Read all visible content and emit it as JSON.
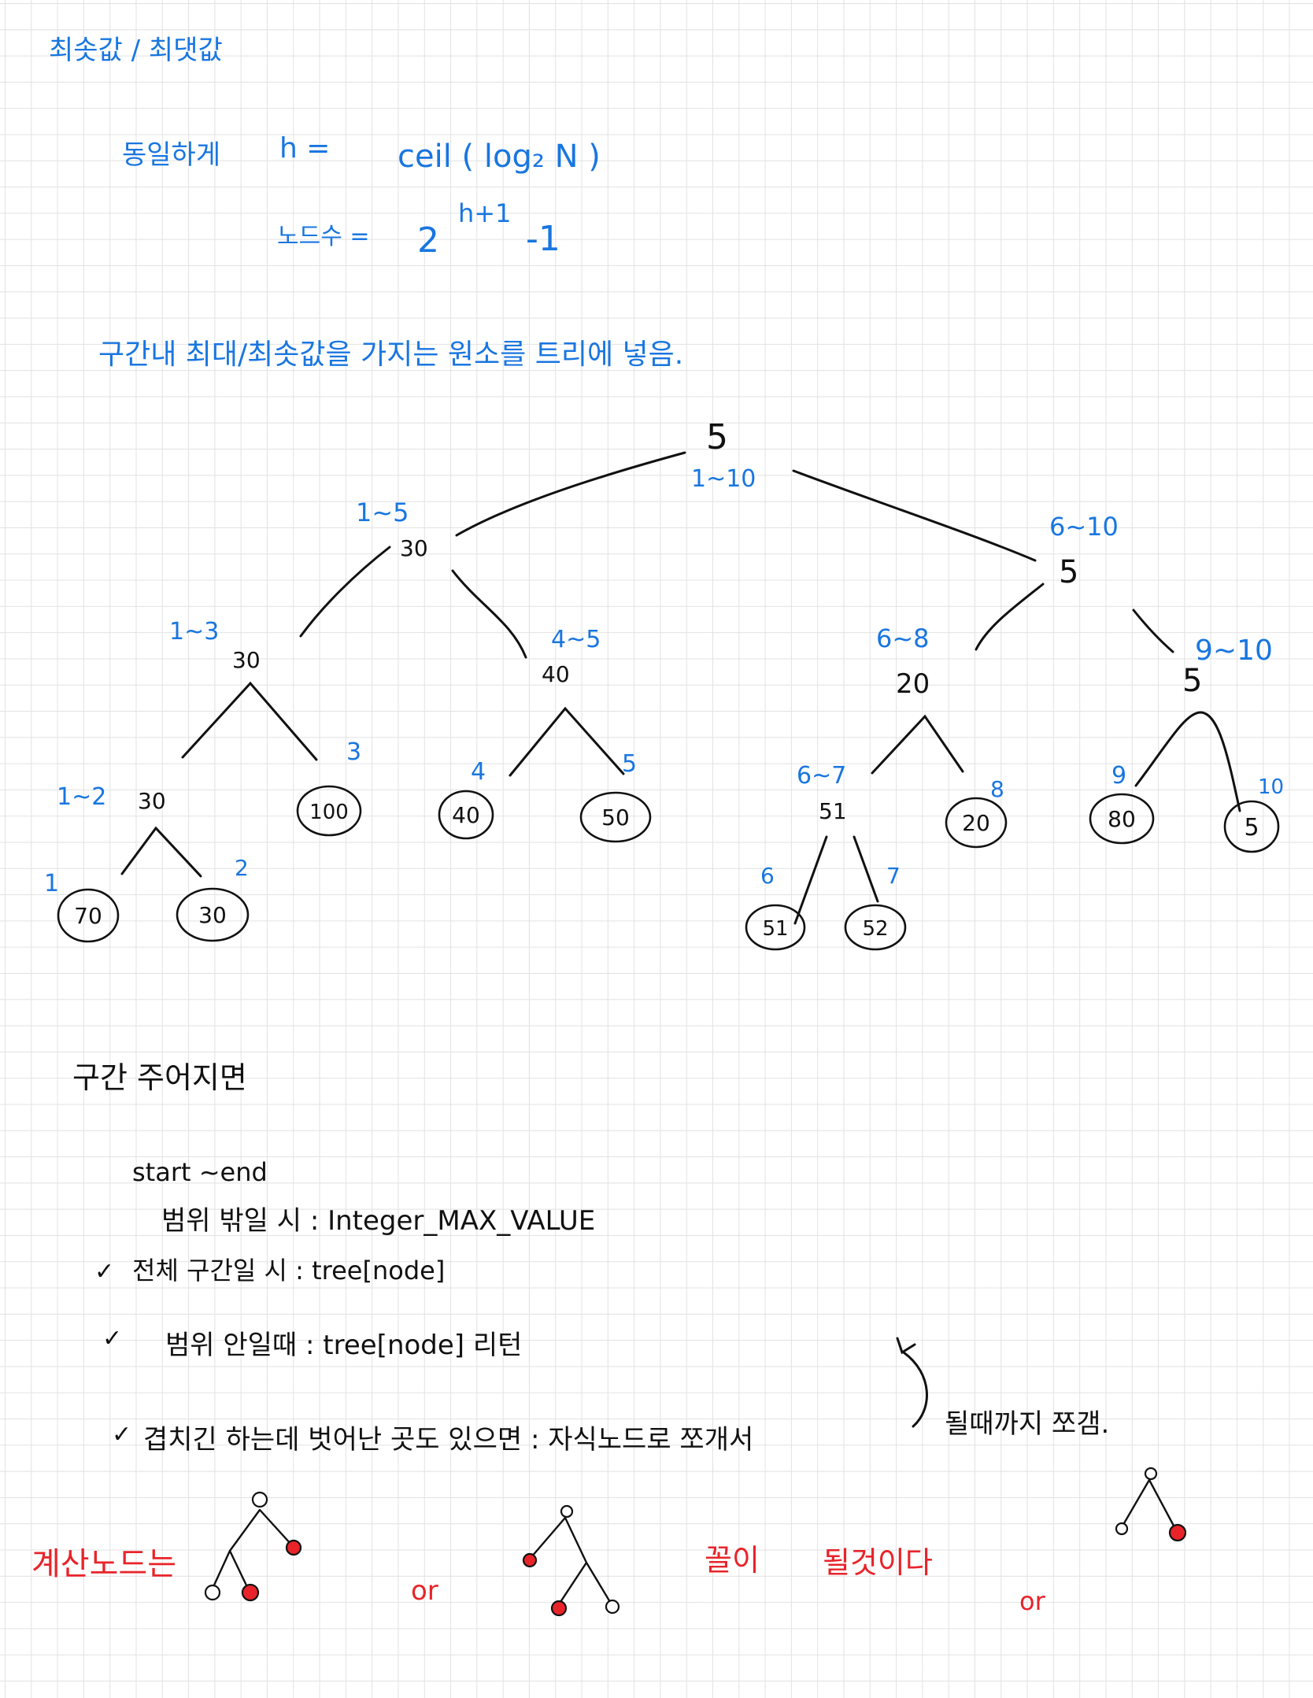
{
  "heading": "최솟값 / 최댓값",
  "formula": {
    "label": "동일하게",
    "h_label": "h =",
    "h_expr": "ceil ( log₂ N )",
    "nodes_label": "노드수 =",
    "nodes_base": "2",
    "nodes_exp": "h+1",
    "nodes_rest": "-1"
  },
  "description": "구간내 최대/최솟값을 가지는 원소를 트리에 넣음.",
  "tree": {
    "nodes": [
      {
        "id": "root",
        "value": "5",
        "range": "1~10"
      },
      {
        "id": "n1-5",
        "value": "30",
        "range": "1~5"
      },
      {
        "id": "n6-10",
        "value": "5",
        "range": "6~10"
      },
      {
        "id": "n1-3",
        "value": "30",
        "range": "1~3"
      },
      {
        "id": "n4-5",
        "value": "40",
        "range": "4~5"
      },
      {
        "id": "n6-8",
        "value": "20",
        "range": "6~8"
      },
      {
        "id": "n9-10",
        "value": "5",
        "range": "9~10"
      },
      {
        "id": "n1-2",
        "value": "30",
        "range": "1~2"
      },
      {
        "id": "leaf3",
        "value": "100",
        "range": "3"
      },
      {
        "id": "leaf4",
        "value": "40",
        "range": "4"
      },
      {
        "id": "leaf5",
        "value": "50",
        "range": "5"
      },
      {
        "id": "n6-7",
        "value": "51",
        "range": "6~7"
      },
      {
        "id": "leaf8",
        "value": "20",
        "range": "8"
      },
      {
        "id": "leaf9",
        "value": "80",
        "range": "9"
      },
      {
        "id": "leaf10",
        "value": "5",
        "range": "10"
      },
      {
        "id": "leaf1",
        "value": "70",
        "range": "1"
      },
      {
        "id": "leaf2",
        "value": "30",
        "range": "2"
      },
      {
        "id": "leaf6",
        "value": "51",
        "range": "6"
      },
      {
        "id": "leaf7",
        "value": "52",
        "range": "7"
      }
    ]
  },
  "query": {
    "title": "구간 주어지면",
    "range_line": "start ~end",
    "rules": [
      {
        "check": "",
        "text": "범위 밖일 시 : Integer_MAX_VALUE"
      },
      {
        "check": "✓",
        "text": "전체 구간일 시 : tree[node]"
      },
      {
        "check": "✓",
        "text": "범위 안일때 : tree[node] 리턴"
      },
      {
        "check": "✓",
        "text": "겹치긴 하는데 벗어난 곳도 있으면 : 자식노드로 쪼개서"
      }
    ],
    "loop_note": "될때까지 쪼갬."
  },
  "bottom": {
    "compute_label": "계산노드는",
    "or1": "or",
    "or2": "or",
    "conclusion1": "꼴이",
    "conclusion2": "될것이다"
  },
  "colors": {
    "blue": "#1976e0",
    "red": "#e8242a",
    "ink": "#111111",
    "grid": "#e2e2e2"
  }
}
